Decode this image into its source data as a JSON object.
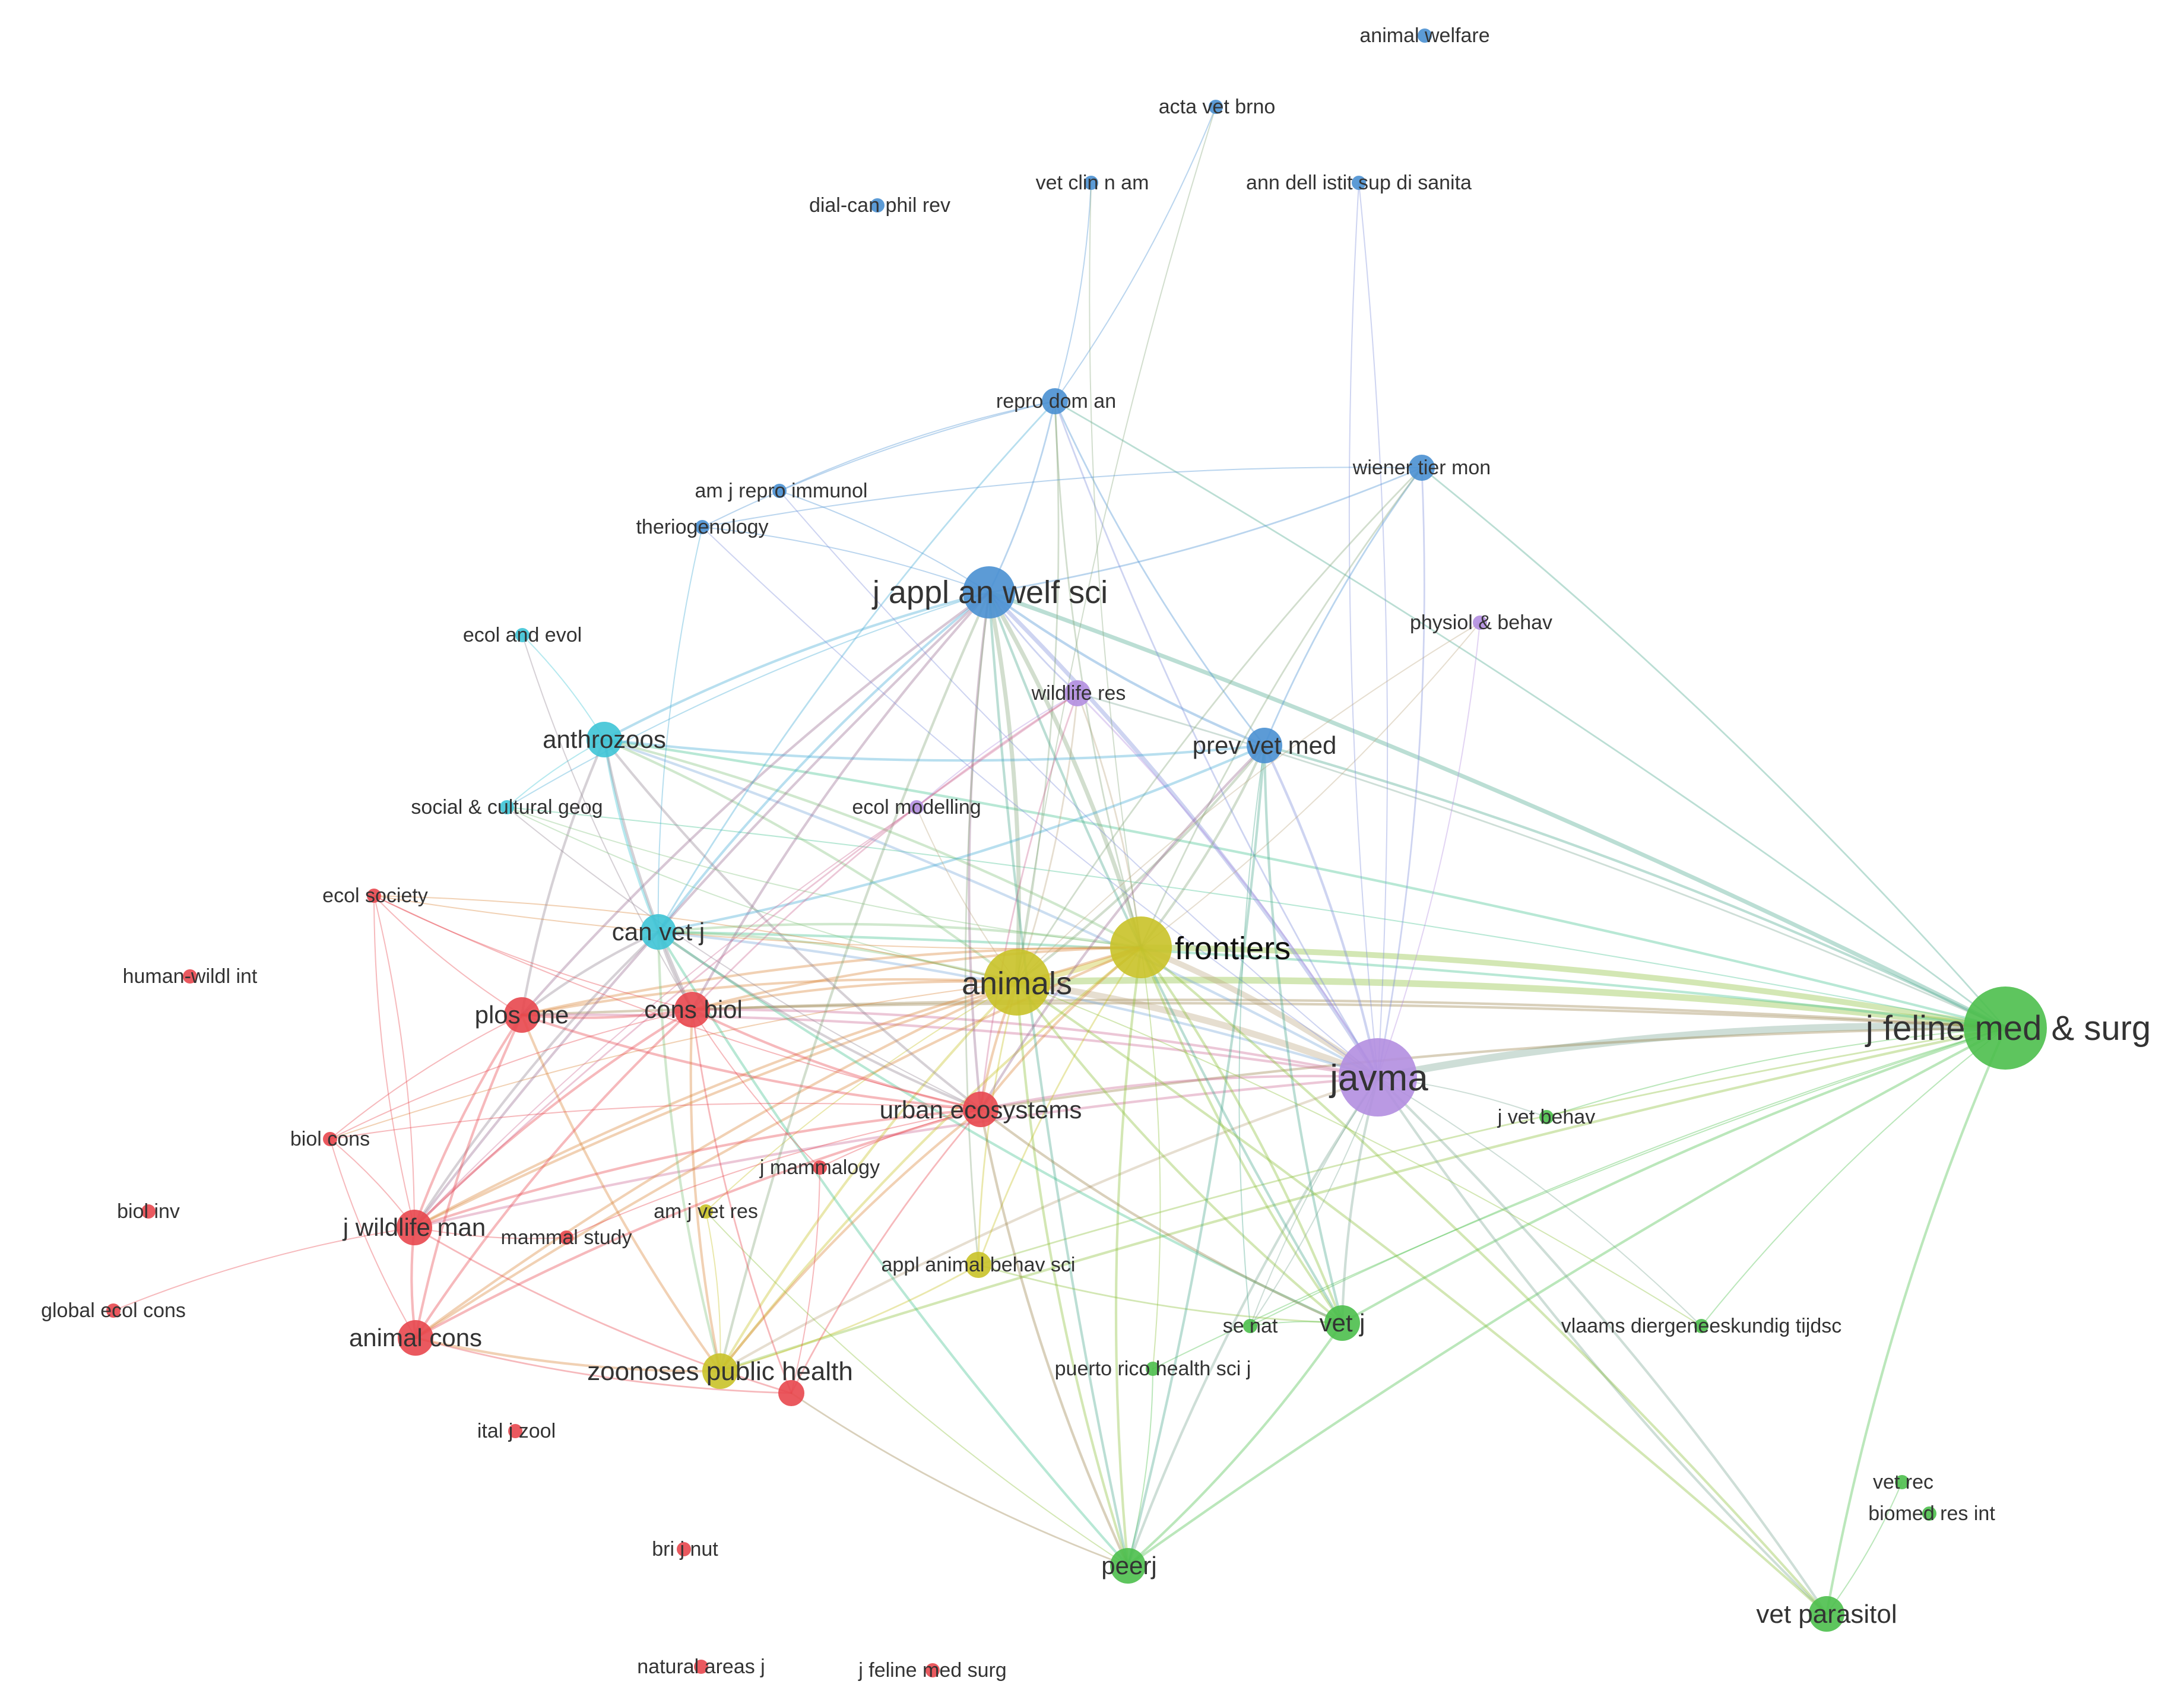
{
  "network": {
    "clusters": {
      "red": "#e8474e",
      "green": "#4cbf4c",
      "blue": "#4a90d1",
      "yellow": "#c9c228",
      "purple": "#b28ee0",
      "cyan": "#3ec4d6"
    },
    "nodes": [
      {
        "id": "animal_welfare",
        "label": "animal welfare",
        "cluster": "blue",
        "weight": 1
      },
      {
        "id": "acta_vet_brno",
        "label": "acta vet brno",
        "cluster": "blue",
        "weight": 1
      },
      {
        "id": "vet_clin_n_am",
        "label": "vet clin n am",
        "cluster": "blue",
        "weight": 1
      },
      {
        "id": "ann_dell",
        "label": "ann dell istit sup di sanita",
        "cluster": "blue",
        "weight": 1
      },
      {
        "id": "dial_can",
        "label": "dial-can phil rev",
        "cluster": "blue",
        "weight": 1
      },
      {
        "id": "repro_dom_an",
        "label": "repro dom an",
        "cluster": "blue",
        "weight": 2
      },
      {
        "id": "wiener_tier_mon",
        "label": "wiener tier mon",
        "cluster": "blue",
        "weight": 2
      },
      {
        "id": "am_j_repro_immunol",
        "label": "am j repro immunol",
        "cluster": "blue",
        "weight": 1
      },
      {
        "id": "theriogenology",
        "label": "theriogenology",
        "cluster": "blue",
        "weight": 1
      },
      {
        "id": "j_appl_an_welf_sci",
        "label": "j appl an welf sci",
        "cluster": "blue",
        "weight": 5
      },
      {
        "id": "ecol_and_evol",
        "label": "ecol and evol",
        "cluster": "cyan",
        "weight": 1
      },
      {
        "id": "physiol_behav",
        "label": "physiol & behav",
        "cluster": "purple",
        "weight": 1
      },
      {
        "id": "wildlife_res",
        "label": "wildlife res",
        "cluster": "purple",
        "weight": 2
      },
      {
        "id": "anthrozoos",
        "label": "anthrozoos",
        "cluster": "cyan",
        "weight": 3
      },
      {
        "id": "prev_vet_med",
        "label": "prev vet med",
        "cluster": "blue",
        "weight": 3
      },
      {
        "id": "social_cultural_geog",
        "label": "social & cultural geog",
        "cluster": "cyan",
        "weight": 1
      },
      {
        "id": "ecol_modelling",
        "label": "ecol modelling",
        "cluster": "purple",
        "weight": 1
      },
      {
        "id": "ecol_society",
        "label": "ecol society",
        "cluster": "red",
        "weight": 1
      },
      {
        "id": "can_vet_j",
        "label": "can vet j",
        "cluster": "cyan",
        "weight": 3
      },
      {
        "id": "frontiers",
        "label": "frontiers",
        "cluster": "yellow",
        "weight": 7
      },
      {
        "id": "human_wildl_int",
        "label": "human-wildl int",
        "cluster": "red",
        "weight": 1
      },
      {
        "id": "animals",
        "label": "animals",
        "cluster": "yellow",
        "weight": 8
      },
      {
        "id": "plos_one",
        "label": "plos one",
        "cluster": "red",
        "weight": 3
      },
      {
        "id": "cons_biol",
        "label": "cons biol",
        "cluster": "red",
        "weight": 3
      },
      {
        "id": "j_feline_med_surg",
        "label": "j feline med & surg",
        "cluster": "green",
        "weight": 10
      },
      {
        "id": "javma",
        "label": "javma",
        "cluster": "purple",
        "weight": 9
      },
      {
        "id": "urban_ecosystems",
        "label": "urban ecosystems",
        "cluster": "red",
        "weight": 3
      },
      {
        "id": "j_vet_behav",
        "label": "j vet behav",
        "cluster": "green",
        "weight": 1
      },
      {
        "id": "biol_cons",
        "label": "biol cons",
        "cluster": "red",
        "weight": 1
      },
      {
        "id": "j_mammalogy",
        "label": "j mammalogy",
        "cluster": "red",
        "weight": 1
      },
      {
        "id": "biol_inv",
        "label": "biol inv",
        "cluster": "red",
        "weight": 1
      },
      {
        "id": "am_j_vet_res",
        "label": "am j vet res",
        "cluster": "yellow",
        "weight": 1
      },
      {
        "id": "j_wildlife_man",
        "label": "j wildlife man",
        "cluster": "red",
        "weight": 3
      },
      {
        "id": "mammal_study",
        "label": "mammal study",
        "cluster": "red",
        "weight": 1
      },
      {
        "id": "appl_animal_behav_sci",
        "label": "appl animal behav sci",
        "cluster": "yellow",
        "weight": 2
      },
      {
        "id": "global_ecol_cons",
        "label": "global ecol cons",
        "cluster": "red",
        "weight": 1
      },
      {
        "id": "se_nat",
        "label": "se nat",
        "cluster": "green",
        "weight": 1
      },
      {
        "id": "vet_j",
        "label": "vet j",
        "cluster": "green",
        "weight": 3
      },
      {
        "id": "vlaams",
        "label": "vlaams diergeneeskundig tijdsc",
        "cluster": "green",
        "weight": 1
      },
      {
        "id": "animal_cons",
        "label": "animal cons",
        "cluster": "red",
        "weight": 3
      },
      {
        "id": "zoonoses_public_health",
        "label": "zoonoses public health",
        "cluster": "yellow",
        "weight": 3
      },
      {
        "id": "puerto_rico",
        "label": "puerto rico health sci j",
        "cluster": "green",
        "weight": 1
      },
      {
        "id": "unlabeled_red",
        "label": "",
        "cluster": "red",
        "weight": 2
      },
      {
        "id": "ital_j_zool",
        "label": "ital j zool",
        "cluster": "red",
        "weight": 1
      },
      {
        "id": "vet_rec",
        "label": "vet rec",
        "cluster": "green",
        "weight": 1
      },
      {
        "id": "biomed_res_int",
        "label": "biomed res int",
        "cluster": "green",
        "weight": 1
      },
      {
        "id": "bri_j_nut",
        "label": "bri j nut",
        "cluster": "red",
        "weight": 1
      },
      {
        "id": "peerj",
        "label": "peerj",
        "cluster": "green",
        "weight": 3
      },
      {
        "id": "vet_parasitol",
        "label": "vet parasitol",
        "cluster": "green",
        "weight": 3
      },
      {
        "id": "natural_areas_j",
        "label": "natural areas j",
        "cluster": "red",
        "weight": 1
      },
      {
        "id": "j_feline_med_surg_small",
        "label": "j feline med surg",
        "cluster": "red",
        "weight": 1
      }
    ],
    "edges": [
      [
        "j_feline_med_surg",
        "javma"
      ],
      [
        "j_feline_med_surg",
        "animals"
      ],
      [
        "j_feline_med_surg",
        "frontiers"
      ],
      [
        "j_feline_med_surg",
        "j_appl_an_welf_sci"
      ],
      [
        "j_feline_med_surg",
        "repro_dom_an"
      ],
      [
        "j_feline_med_surg",
        "wiener_tier_mon"
      ],
      [
        "j_feline_med_surg",
        "prev_vet_med"
      ],
      [
        "j_feline_med_surg",
        "anthrozoos"
      ],
      [
        "j_feline_med_surg",
        "can_vet_j"
      ],
      [
        "j_feline_med_surg",
        "vet_j"
      ],
      [
        "j_feline_med_surg",
        "peerj"
      ],
      [
        "j_feline_med_surg",
        "vet_parasitol"
      ],
      [
        "j_feline_med_surg",
        "urban_ecosystems"
      ],
      [
        "j_feline_med_surg",
        "plos_one"
      ],
      [
        "j_feline_med_surg",
        "zoonoses_public_health"
      ],
      [
        "j_feline_med_surg",
        "j_vet_behav"
      ],
      [
        "j_feline_med_surg",
        "vlaams"
      ],
      [
        "j_feline_med_surg",
        "puerto_rico"
      ],
      [
        "j_feline_med_surg",
        "se_nat"
      ],
      [
        "j_feline_med_surg",
        "social_cultural_geog"
      ],
      [
        "j_feline_med_surg",
        "appl_animal_behav_sci"
      ],
      [
        "j_feline_med_surg",
        "cons_biol"
      ],
      [
        "j_feline_med_surg",
        "wildlife_res"
      ],
      [
        "javma",
        "animals"
      ],
      [
        "javma",
        "frontiers"
      ],
      [
        "javma",
        "j_appl_an_welf_sci"
      ],
      [
        "javma",
        "wildlife_res"
      ],
      [
        "javma",
        "physiol_behav"
      ],
      [
        "javma",
        "prev_vet_med"
      ],
      [
        "javma",
        "can_vet_j"
      ],
      [
        "javma",
        "anthrozoos"
      ],
      [
        "javma",
        "urban_ecosystems"
      ],
      [
        "javma",
        "vet_j"
      ],
      [
        "javma",
        "peerj"
      ],
      [
        "javma",
        "vet_parasitol"
      ],
      [
        "javma",
        "cons_biol"
      ],
      [
        "javma",
        "plos_one"
      ],
      [
        "javma",
        "wiener_tier_mon"
      ],
      [
        "javma",
        "ann_dell"
      ],
      [
        "javma",
        "j_wildlife_man"
      ],
      [
        "javma",
        "zoonoses_public_health"
      ],
      [
        "javma",
        "se_nat"
      ],
      [
        "animals",
        "frontiers"
      ],
      [
        "animals",
        "j_appl_an_welf_sci"
      ],
      [
        "animals",
        "anthrozoos"
      ],
      [
        "animals",
        "can_vet_j"
      ],
      [
        "animals",
        "plos_one"
      ],
      [
        "animals",
        "cons_biol"
      ],
      [
        "animals",
        "urban_ecosystems"
      ],
      [
        "animals",
        "j_wildlife_man"
      ],
      [
        "animals",
        "animal_cons"
      ],
      [
        "animals",
        "zoonoses_public_health"
      ],
      [
        "animals",
        "prev_vet_med"
      ],
      [
        "animals",
        "wildlife_res"
      ],
      [
        "animals",
        "vet_j"
      ],
      [
        "animals",
        "peerj"
      ],
      [
        "animals",
        "ecol_society"
      ],
      [
        "animals",
        "biol_cons"
      ],
      [
        "animals",
        "appl_animal_behav_sci"
      ],
      [
        "animals",
        "am_j_vet_res"
      ],
      [
        "animals",
        "repro_dom_an"
      ],
      [
        "frontiers",
        "j_appl_an_welf_sci"
      ],
      [
        "frontiers",
        "anthrozoos"
      ],
      [
        "frontiers",
        "can_vet_j"
      ],
      [
        "frontiers",
        "plos_one"
      ],
      [
        "frontiers",
        "cons_biol"
      ],
      [
        "frontiers",
        "urban_ecosystems"
      ],
      [
        "frontiers",
        "wildlife_res"
      ],
      [
        "frontiers",
        "prev_vet_med"
      ],
      [
        "frontiers",
        "zoonoses_public_health"
      ],
      [
        "frontiers",
        "peerj"
      ],
      [
        "frontiers",
        "vet_j"
      ],
      [
        "frontiers",
        "j_wildlife_man"
      ],
      [
        "frontiers",
        "animal_cons"
      ],
      [
        "frontiers",
        "physiol_behav"
      ],
      [
        "frontiers",
        "appl_animal_behav_sci"
      ],
      [
        "j_appl_an_welf_sci",
        "repro_dom_an"
      ],
      [
        "j_appl_an_welf_sci",
        "theriogenology"
      ],
      [
        "j_appl_an_welf_sci",
        "am_j_repro_immunol"
      ],
      [
        "j_appl_an_welf_sci",
        "anthrozoos"
      ],
      [
        "j_appl_an_welf_sci",
        "can_vet_j"
      ],
      [
        "j_appl_an_welf_sci",
        "prev_vet_med"
      ],
      [
        "j_appl_an_welf_sci",
        "wildlife_res"
      ],
      [
        "j_appl_an_welf_sci",
        "social_cultural_geog"
      ],
      [
        "j_appl_an_welf_sci",
        "plos_one"
      ],
      [
        "j_appl_an_welf_sci",
        "cons_biol"
      ],
      [
        "j_appl_an_welf_sci",
        "urban_ecosystems"
      ],
      [
        "j_appl_an_welf_sci",
        "zoonoses_public_health"
      ],
      [
        "j_appl_an_welf_sci",
        "peerj"
      ],
      [
        "j_appl_an_welf_sci",
        "j_wildlife_man"
      ],
      [
        "j_appl_an_welf_sci",
        "vet_j"
      ],
      [
        "j_appl_an_welf_sci",
        "appl_animal_behav_sci"
      ],
      [
        "j_appl_an_welf_sci",
        "wiener_tier_mon"
      ],
      [
        "repro_dom_an",
        "acta_vet_brno"
      ],
      [
        "repro_dom_an",
        "vet_clin_n_am"
      ],
      [
        "repro_dom_an",
        "theriogenology"
      ],
      [
        "repro_dom_an",
        "am_j_repro_immunol"
      ],
      [
        "repro_dom_an",
        "prev_vet_med"
      ],
      [
        "repro_dom_an",
        "can_vet_j"
      ],
      [
        "repro_dom_an",
        "javma"
      ],
      [
        "repro_dom_an",
        "frontiers"
      ],
      [
        "acta_vet_brno",
        "animals"
      ],
      [
        "vet_clin_n_am",
        "frontiers"
      ],
      [
        "ann_dell",
        "javma"
      ],
      [
        "wiener_tier_mon",
        "prev_vet_med"
      ],
      [
        "wiener_tier_mon",
        "animals"
      ],
      [
        "wiener_tier_mon",
        "theriogenology"
      ],
      [
        "wiener_tier_mon",
        "frontiers"
      ],
      [
        "theriogenology",
        "can_vet_j"
      ],
      [
        "theriogenology",
        "javma"
      ],
      [
        "am_j_repro_immunol",
        "javma"
      ],
      [
        "anthrozoos",
        "ecol_and_evol"
      ],
      [
        "anthrozoos",
        "can_vet_j"
      ],
      [
        "anthrozoos",
        "social_cultural_geog"
      ],
      [
        "anthrozoos",
        "plos_one"
      ],
      [
        "anthrozoos",
        "cons_biol"
      ],
      [
        "anthrozoos",
        "urban_ecosystems"
      ],
      [
        "anthrozoos",
        "prev_vet_med"
      ],
      [
        "ecol_and_evol",
        "cons_biol"
      ],
      [
        "social_cultural_geog",
        "urban_ecosystems"
      ],
      [
        "social_cultural_geog",
        "animals"
      ],
      [
        "social_cultural_geog",
        "frontiers"
      ],
      [
        "can_vet_j",
        "plos_one"
      ],
      [
        "can_vet_j",
        "cons_biol"
      ],
      [
        "can_vet_j",
        "urban_ecosystems"
      ],
      [
        "can_vet_j",
        "zoonoses_public_health"
      ],
      [
        "can_vet_j",
        "j_wildlife_man"
      ],
      [
        "can_vet_j",
        "peerj"
      ],
      [
        "can_vet_j",
        "prev_vet_med"
      ],
      [
        "can_vet_j",
        "vet_j"
      ],
      [
        "prev_vet_med",
        "urban_ecosystems"
      ],
      [
        "prev_vet_med",
        "vet_j"
      ],
      [
        "prev_vet_med",
        "se_nat"
      ],
      [
        "wildlife_res",
        "cons_biol"
      ],
      [
        "wildlife_res",
        "urban_ecosystems"
      ],
      [
        "wildlife_res",
        "j_wildlife_man"
      ],
      [
        "wildlife_res",
        "ecol_modelling"
      ],
      [
        "physiol_behav",
        "animals"
      ],
      [
        "ecol_modelling",
        "j_wildlife_man"
      ],
      [
        "ecol_modelling",
        "animals"
      ],
      [
        "ecol_society",
        "plos_one"
      ],
      [
        "ecol_society",
        "cons_biol"
      ],
      [
        "ecol_society",
        "j_wildlife_man"
      ],
      [
        "ecol_society",
        "urban_ecosystems"
      ],
      [
        "ecol_society",
        "frontiers"
      ],
      [
        "plos_one",
        "cons_biol"
      ],
      [
        "plos_one",
        "urban_ecosystems"
      ],
      [
        "plos_one",
        "j_wildlife_man"
      ],
      [
        "plos_one",
        "animal_cons"
      ],
      [
        "plos_one",
        "biol_cons"
      ],
      [
        "plos_one",
        "zoonoses_public_health"
      ],
      [
        "cons_biol",
        "urban_ecosystems"
      ],
      [
        "cons_biol",
        "j_wildlife_man"
      ],
      [
        "cons_biol",
        "animal_cons"
      ],
      [
        "cons_biol",
        "biol_cons"
      ],
      [
        "cons_biol",
        "zoonoses_public_health"
      ],
      [
        "cons_biol",
        "unlabeled_red"
      ],
      [
        "cons_biol",
        "j_mammalogy"
      ],
      [
        "urban_ecosystems",
        "j_wildlife_man"
      ],
      [
        "urban_ecosystems",
        "animal_cons"
      ],
      [
        "urban_ecosystems",
        "zoonoses_public_health"
      ],
      [
        "urban_ecosystems",
        "j_mammalogy"
      ],
      [
        "urban_ecosystems",
        "mammal_study"
      ],
      [
        "urban_ecosystems",
        "biol_cons"
      ],
      [
        "urban_ecosystems",
        "unlabeled_red"
      ],
      [
        "urban_ecosystems",
        "vet_j"
      ],
      [
        "urban_ecosystems",
        "peerj"
      ],
      [
        "j_wildlife_man",
        "animal_cons"
      ],
      [
        "j_wildlife_man",
        "biol_cons"
      ],
      [
        "j_wildlife_man",
        "global_ecol_cons"
      ],
      [
        "j_wildlife_man",
        "mammal_study"
      ],
      [
        "j_wildlife_man",
        "unlabeled_red"
      ],
      [
        "j_wildlife_man",
        "ecol_society"
      ],
      [
        "biol_cons",
        "animal_cons"
      ],
      [
        "animal_cons",
        "unlabeled_red"
      ],
      [
        "animal_cons",
        "zoonoses_public_health"
      ],
      [
        "zoonoses_public_health",
        "am_j_vet_res"
      ],
      [
        "zoonoses_public_health",
        "appl_animal_behav_sci"
      ],
      [
        "unlabeled_red",
        "j_mammalogy"
      ],
      [
        "unlabeled_red",
        "peerj"
      ],
      [
        "appl_animal_behav_sci",
        "vet_j"
      ],
      [
        "am_j_vet_res",
        "peerj"
      ],
      [
        "peerj",
        "vet_j"
      ],
      [
        "peerj",
        "puerto_rico"
      ],
      [
        "peerj",
        "prev_vet_med"
      ],
      [
        "vet_parasitol",
        "vet_rec"
      ],
      [
        "vet_parasitol",
        "javma"
      ],
      [
        "vet_parasitol",
        "animals"
      ],
      [
        "vet_parasitol",
        "frontiers"
      ],
      [
        "vet_j",
        "se_nat"
      ],
      [
        "vet_j",
        "frontiers"
      ],
      [
        "vlaams",
        "javma"
      ],
      [
        "vlaams",
        "animals"
      ],
      [
        "puerto_rico",
        "frontiers"
      ],
      [
        "se_nat",
        "javma"
      ],
      [
        "j_vet_behav",
        "javma"
      ]
    ]
  }
}
